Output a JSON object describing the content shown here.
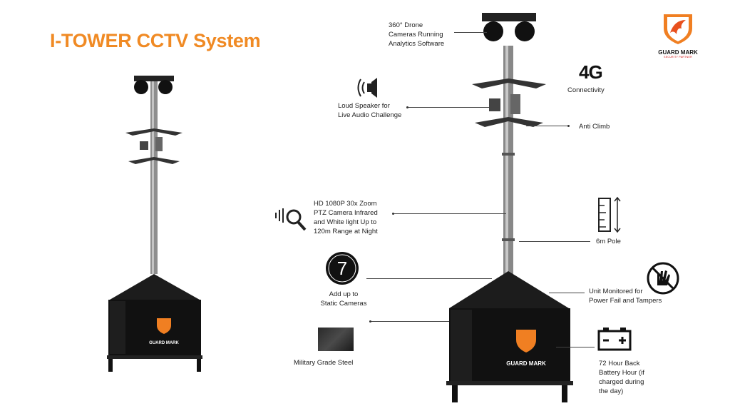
{
  "title": "I-TOWER CCTV System",
  "brand": {
    "name": "GUARD MARK",
    "tagline": "SECURITY PARTNER"
  },
  "labels": {
    "drone": [
      "360° Drone",
      "Cameras Running",
      "Analytics Software"
    ],
    "speaker": [
      "Loud Speaker for",
      "Live Audio Challenge"
    ],
    "connectivity_icon": "4G",
    "connectivity": "Connectivity",
    "anti_climb": "Anti Climb",
    "ptz": [
      "HD 1080P 30x Zoom",
      "PTZ Camera Infrared",
      "and White light Up to",
      "120m Range at Night"
    ],
    "static_count": "7",
    "static": [
      "Add up to",
      "Static Cameras"
    ],
    "pole": "6m Pole",
    "monitored": [
      "Unit Monitored for",
      "Power Fail and Tampers"
    ],
    "steel": "Military Grade Steel",
    "battery": [
      "72 Hour Back",
      "Battery Hour (if",
      "charged during",
      "the day)"
    ]
  },
  "colors": {
    "title": "#f08a24",
    "accent": "#e8501e",
    "dark": "#111111"
  }
}
